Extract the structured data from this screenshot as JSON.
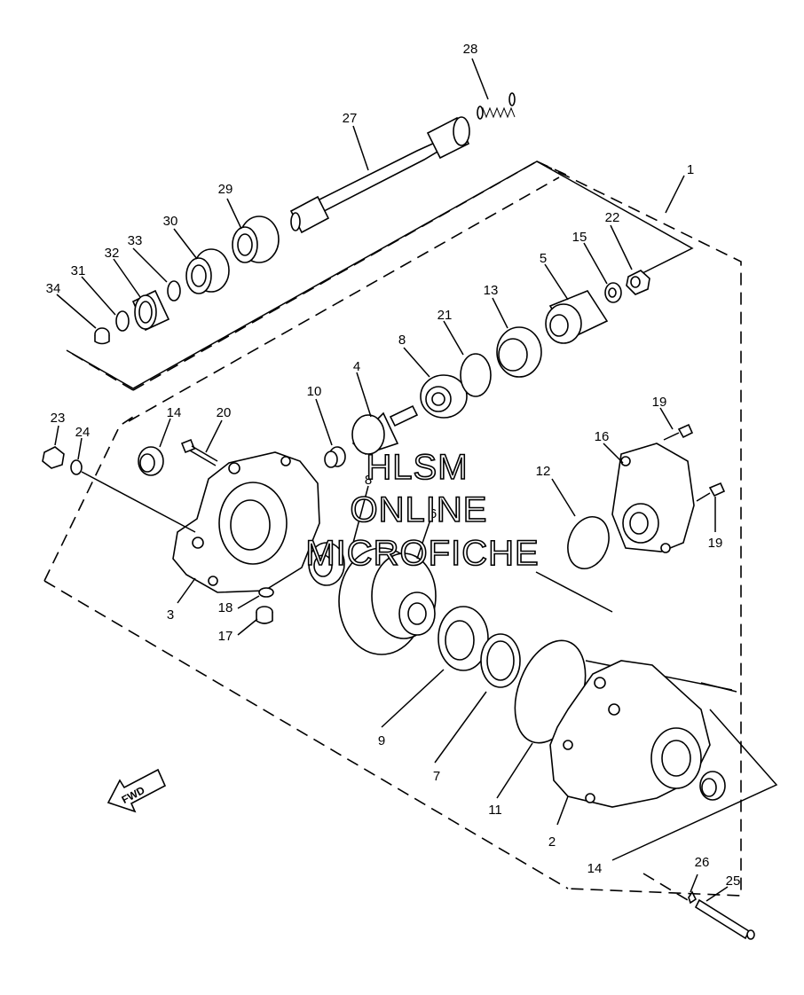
{
  "diagram": {
    "watermark_lines": [
      "HLSM",
      "ONLINE",
      "MICROFICHE"
    ],
    "fwd_label": "FWD",
    "callouts": {
      "p1": "1",
      "p2": "2",
      "p3": "3",
      "p4": "4",
      "p5": "5",
      "p6": "6",
      "p7": "7",
      "p8a": "8",
      "p8b": "8",
      "p9": "9",
      "p10": "10",
      "p11": "11",
      "p12": "12",
      "p13": "13",
      "p14a": "14",
      "p14b": "14",
      "p15": "15",
      "p16": "16",
      "p17": "17",
      "p18": "18",
      "p19a": "19",
      "p19b": "19",
      "p20": "20",
      "p21": "21",
      "p22": "22",
      "p23": "23",
      "p24": "24",
      "p25": "25",
      "p26": "26",
      "p27": "27",
      "p28": "28",
      "p29": "29",
      "p30": "30",
      "p31": "31",
      "p32": "32",
      "p33": "33",
      "p34": "34"
    }
  }
}
